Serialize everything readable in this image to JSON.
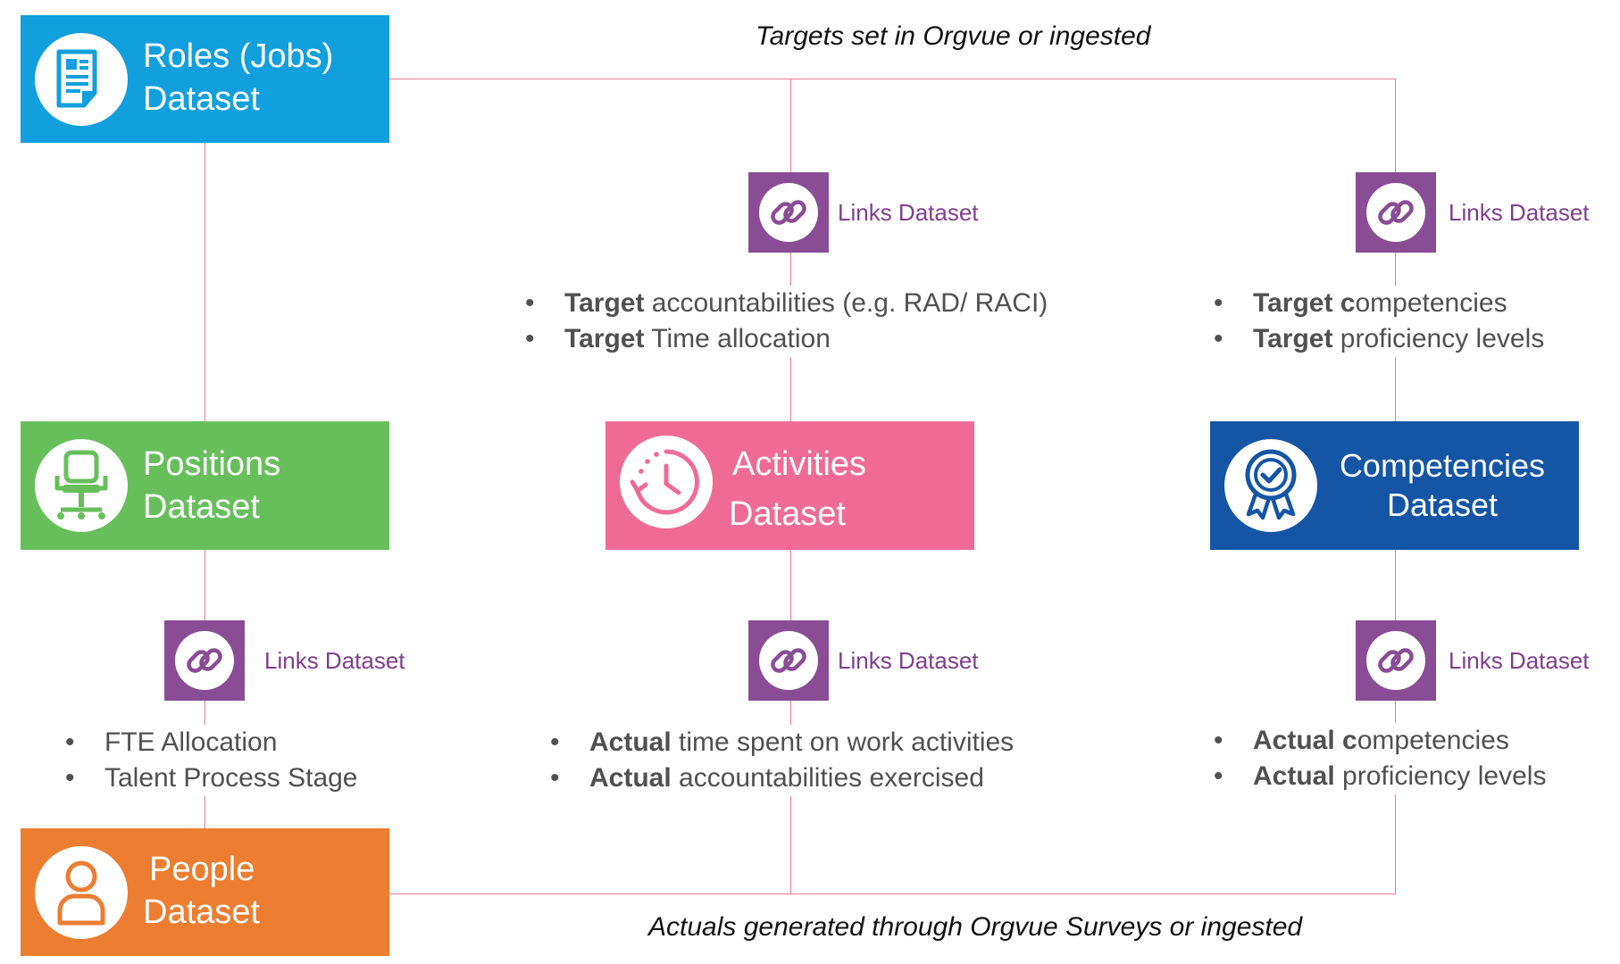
{
  "captions": {
    "top": "Targets set in Orgvue or ingested",
    "bottom": "Actuals generated through Orgvue Surveys or ingested"
  },
  "datasets": {
    "roles": {
      "line1": "Roles (Jobs)",
      "line2": "Dataset",
      "color": "#129fdd",
      "icon": "document-icon"
    },
    "positions": {
      "line1": "Positions",
      "line2": "Dataset",
      "color": "#67bf5c",
      "icon": "office-chair-icon"
    },
    "activities": {
      "line1": "Activities",
      "line2": "Dataset",
      "color": "#ef6b96",
      "icon": "clock-icon"
    },
    "competencies": {
      "line1": "Competencies",
      "line2": "Dataset",
      "color": "#1455a5",
      "icon": "award-ribbon-icon"
    },
    "people": {
      "line1": "People",
      "line2": "Dataset",
      "color": "#ec7d31",
      "icon": "person-icon"
    }
  },
  "links": {
    "label": "Links Dataset",
    "color": "#8a4c95",
    "icon": "link-chain-icon"
  },
  "bullets": {
    "roles_activities": [
      {
        "bold": "Target",
        "rest": " accountabilities (e.g. RAD/ RACI)"
      },
      {
        "bold": "Target",
        "rest": " Time allocation"
      }
    ],
    "roles_competencies": [
      {
        "bold": "Target c",
        "rest": "ompetencies"
      },
      {
        "bold": "Target",
        "rest": " proficiency levels"
      }
    ],
    "positions_people": [
      {
        "bold": "",
        "rest": "FTE Allocation"
      },
      {
        "bold": "",
        "rest": "Talent Process Stage"
      }
    ],
    "activities_people": [
      {
        "bold": "Actual",
        "rest": " time spent on work activities"
      },
      {
        "bold": "Actual",
        "rest": " accountabilities exercised"
      }
    ],
    "competencies_people": [
      {
        "bold": "Actual c",
        "rest": "ompetencies"
      },
      {
        "bold": "Actual",
        "rest": " proficiency levels"
      }
    ]
  },
  "wire_color": "#f07a90"
}
